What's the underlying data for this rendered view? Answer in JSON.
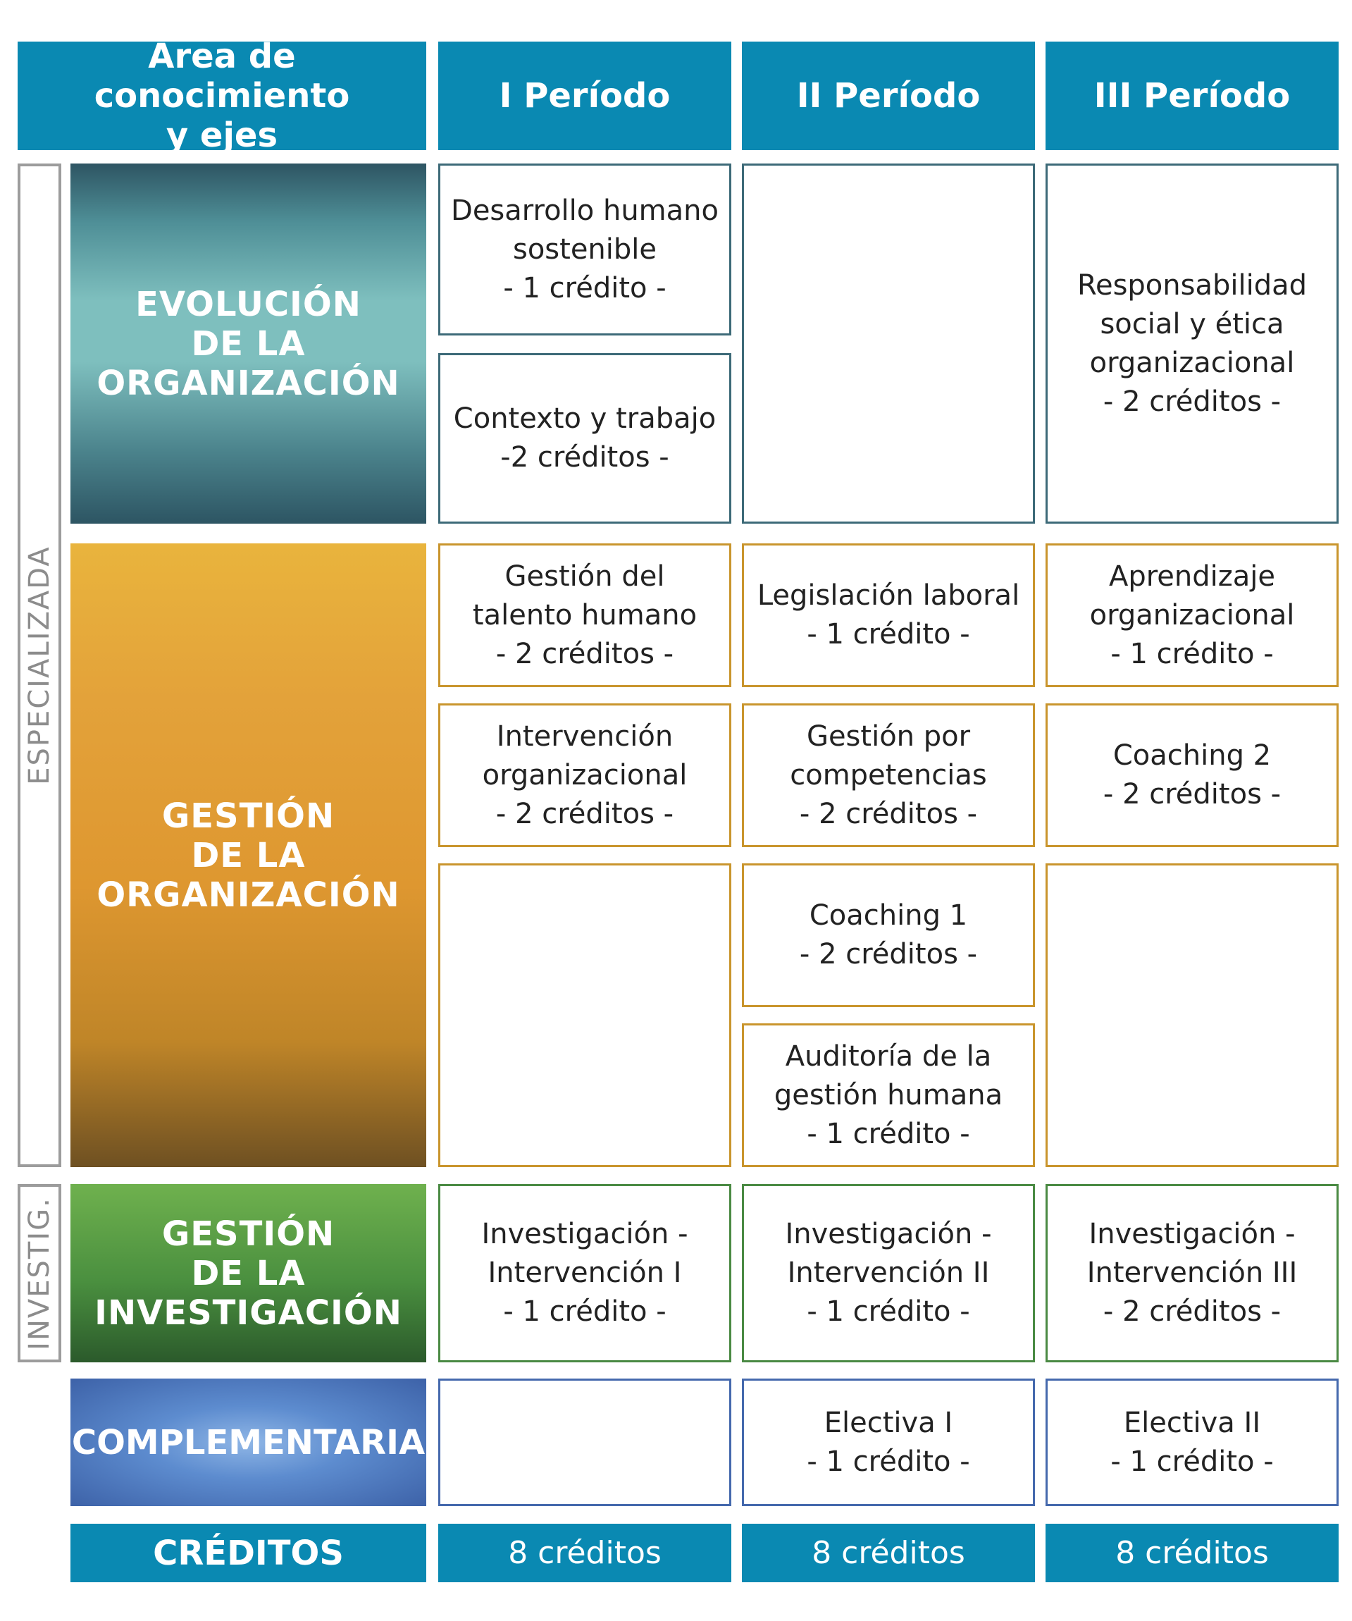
{
  "header": {
    "area": "Área de conocimiento\ny ejes",
    "periods": [
      "I Período",
      "II Período",
      "III Período"
    ]
  },
  "side_labels": {
    "specialized": "ESPECIALIZADA",
    "research": "INVESTIG."
  },
  "areas": {
    "evolution": "EVOLUCIÓN\nDE LA\nORGANIZACIÓN",
    "management": "GESTIÓN\nDE LA\nORGANIZACIÓN",
    "research": "GESTIÓN\nDE LA\nINVESTIGACIÓN",
    "complementary": "COMPLEMENTARIA"
  },
  "courses": {
    "evo_p1_a": "Desarrollo humano\nsostenible\n- 1 crédito -",
    "evo_p1_b": "Contexto y trabajo\n-2 créditos -",
    "evo_p2": "",
    "evo_p3": "Responsabilidad\nsocial y ética\norganizacional\n- 2 créditos -",
    "ges_p1_a": "Gestión del\ntalento humano\n- 2 créditos -",
    "ges_p1_b": "Intervención\norganizacional\n- 2 créditos -",
    "ges_p1_c": "",
    "ges_p2_a": "Legislación laboral\n- 1 crédito -",
    "ges_p2_b": "Gestión por\ncompetencias\n- 2 créditos -",
    "ges_p2_c": "Coaching 1\n- 2 créditos -",
    "ges_p2_d": "Auditoría de la\ngestión humana\n- 1 crédito -",
    "ges_p3_a": "Aprendizaje\norganizacional\n- 1 crédito -",
    "ges_p3_b": "Coaching 2\n- 2 créditos -",
    "ges_p3_c": "",
    "inv_p1": "Investigación -\nIntervención I\n- 1 crédito -",
    "inv_p2": "Investigación -\nIntervención II\n- 1 crédito -",
    "inv_p3": "Investigación -\nIntervención III\n- 2 créditos -",
    "com_p1": "",
    "com_p2": "Electiva I\n- 1 crédito -",
    "com_p3": "Electiva II\n- 1 crédito -"
  },
  "footer": {
    "label": "CRÉDITOS",
    "totals": [
      "8 créditos",
      "8 créditos",
      "8 créditos"
    ]
  },
  "colors": {
    "header_blue": "#0a89b2",
    "evolution": "#3d6a78",
    "management": "#c9952d",
    "research": "#4a8a43",
    "complementary": "#4569ad"
  }
}
